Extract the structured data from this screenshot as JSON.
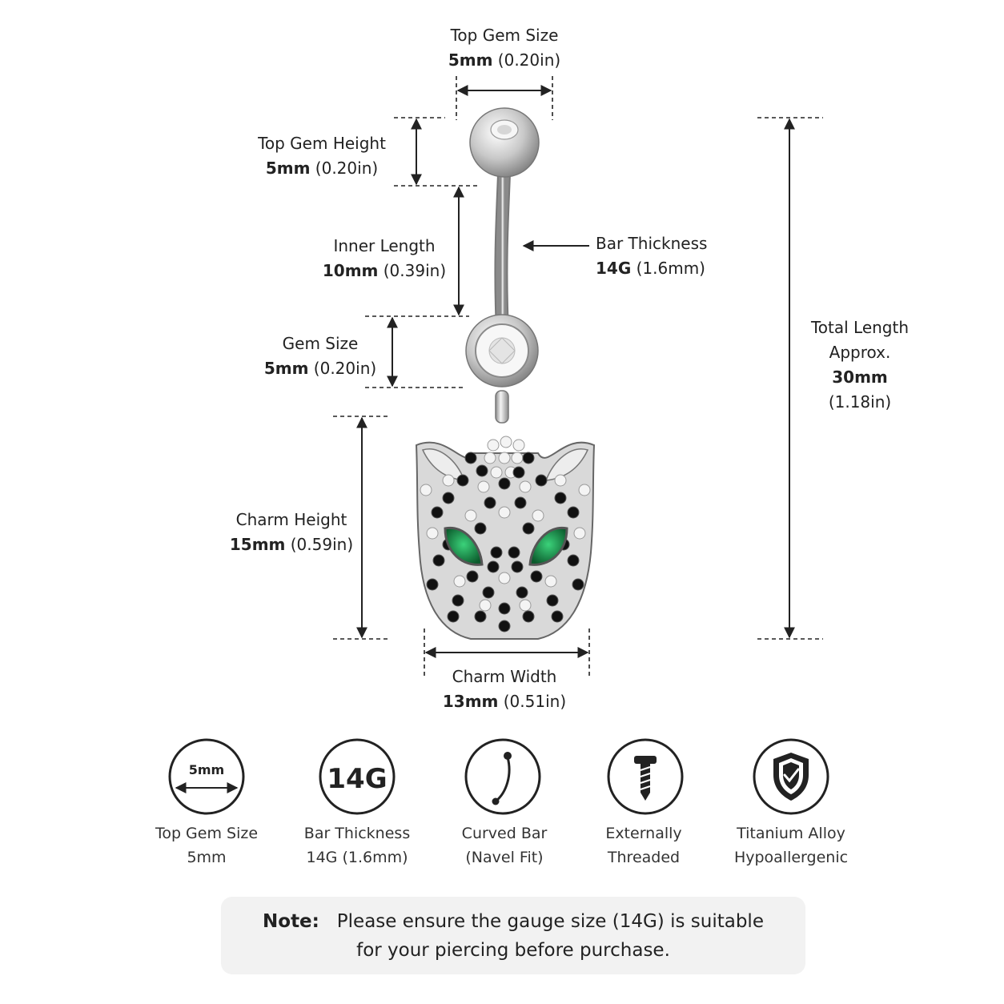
{
  "dimensions": {
    "top_gem_size": {
      "title": "Top Gem Size",
      "value": "5mm",
      "alt": "(0.20in)"
    },
    "top_gem_height": {
      "title": "Top Gem Height",
      "value": "5mm",
      "alt": "(0.20in)"
    },
    "inner_length": {
      "title": "Inner Length",
      "value": "10mm",
      "alt": "(0.39in)"
    },
    "bar_thickness": {
      "title": "Bar Thickness",
      "value": "14G",
      "alt": "(1.6mm)"
    },
    "gem_size": {
      "title": "Gem Size",
      "value": "5mm",
      "alt": "(0.20in)"
    },
    "charm_height": {
      "title": "Charm Height",
      "value": "15mm",
      "alt": "(0.59in)"
    },
    "charm_width": {
      "title": "Charm Width",
      "value": "13mm",
      "alt": "(0.51in)"
    },
    "total_length": {
      "line1": "Total Length",
      "line2": "Approx.",
      "value": "30mm",
      "alt": "(1.18in)"
    }
  },
  "features": [
    {
      "icon": "gem-size-icon",
      "icon_text": "5mm",
      "line1": "Top Gem Size",
      "line2": "5mm"
    },
    {
      "icon": "gauge-icon",
      "icon_text": "14G",
      "line1": "Bar Thickness",
      "line2": "14G (1.6mm)"
    },
    {
      "icon": "curved-bar-icon",
      "line1": "Curved Bar",
      "line2": "(Navel Fit)"
    },
    {
      "icon": "screw-icon",
      "line1": "Externally",
      "line2": "Threaded"
    },
    {
      "icon": "shield-check-icon",
      "line1": "Titanium Alloy",
      "line2": "Hypoallergenic"
    }
  ],
  "note": {
    "label": "Note:",
    "line1": "Please ensure the gauge size (14G) is suitable",
    "line2": "for your piercing before purchase."
  },
  "colors": {
    "line": "#222222",
    "metal": "#c9c9c9",
    "eye": "#1f8a4c",
    "dark_gem": "#111111"
  }
}
